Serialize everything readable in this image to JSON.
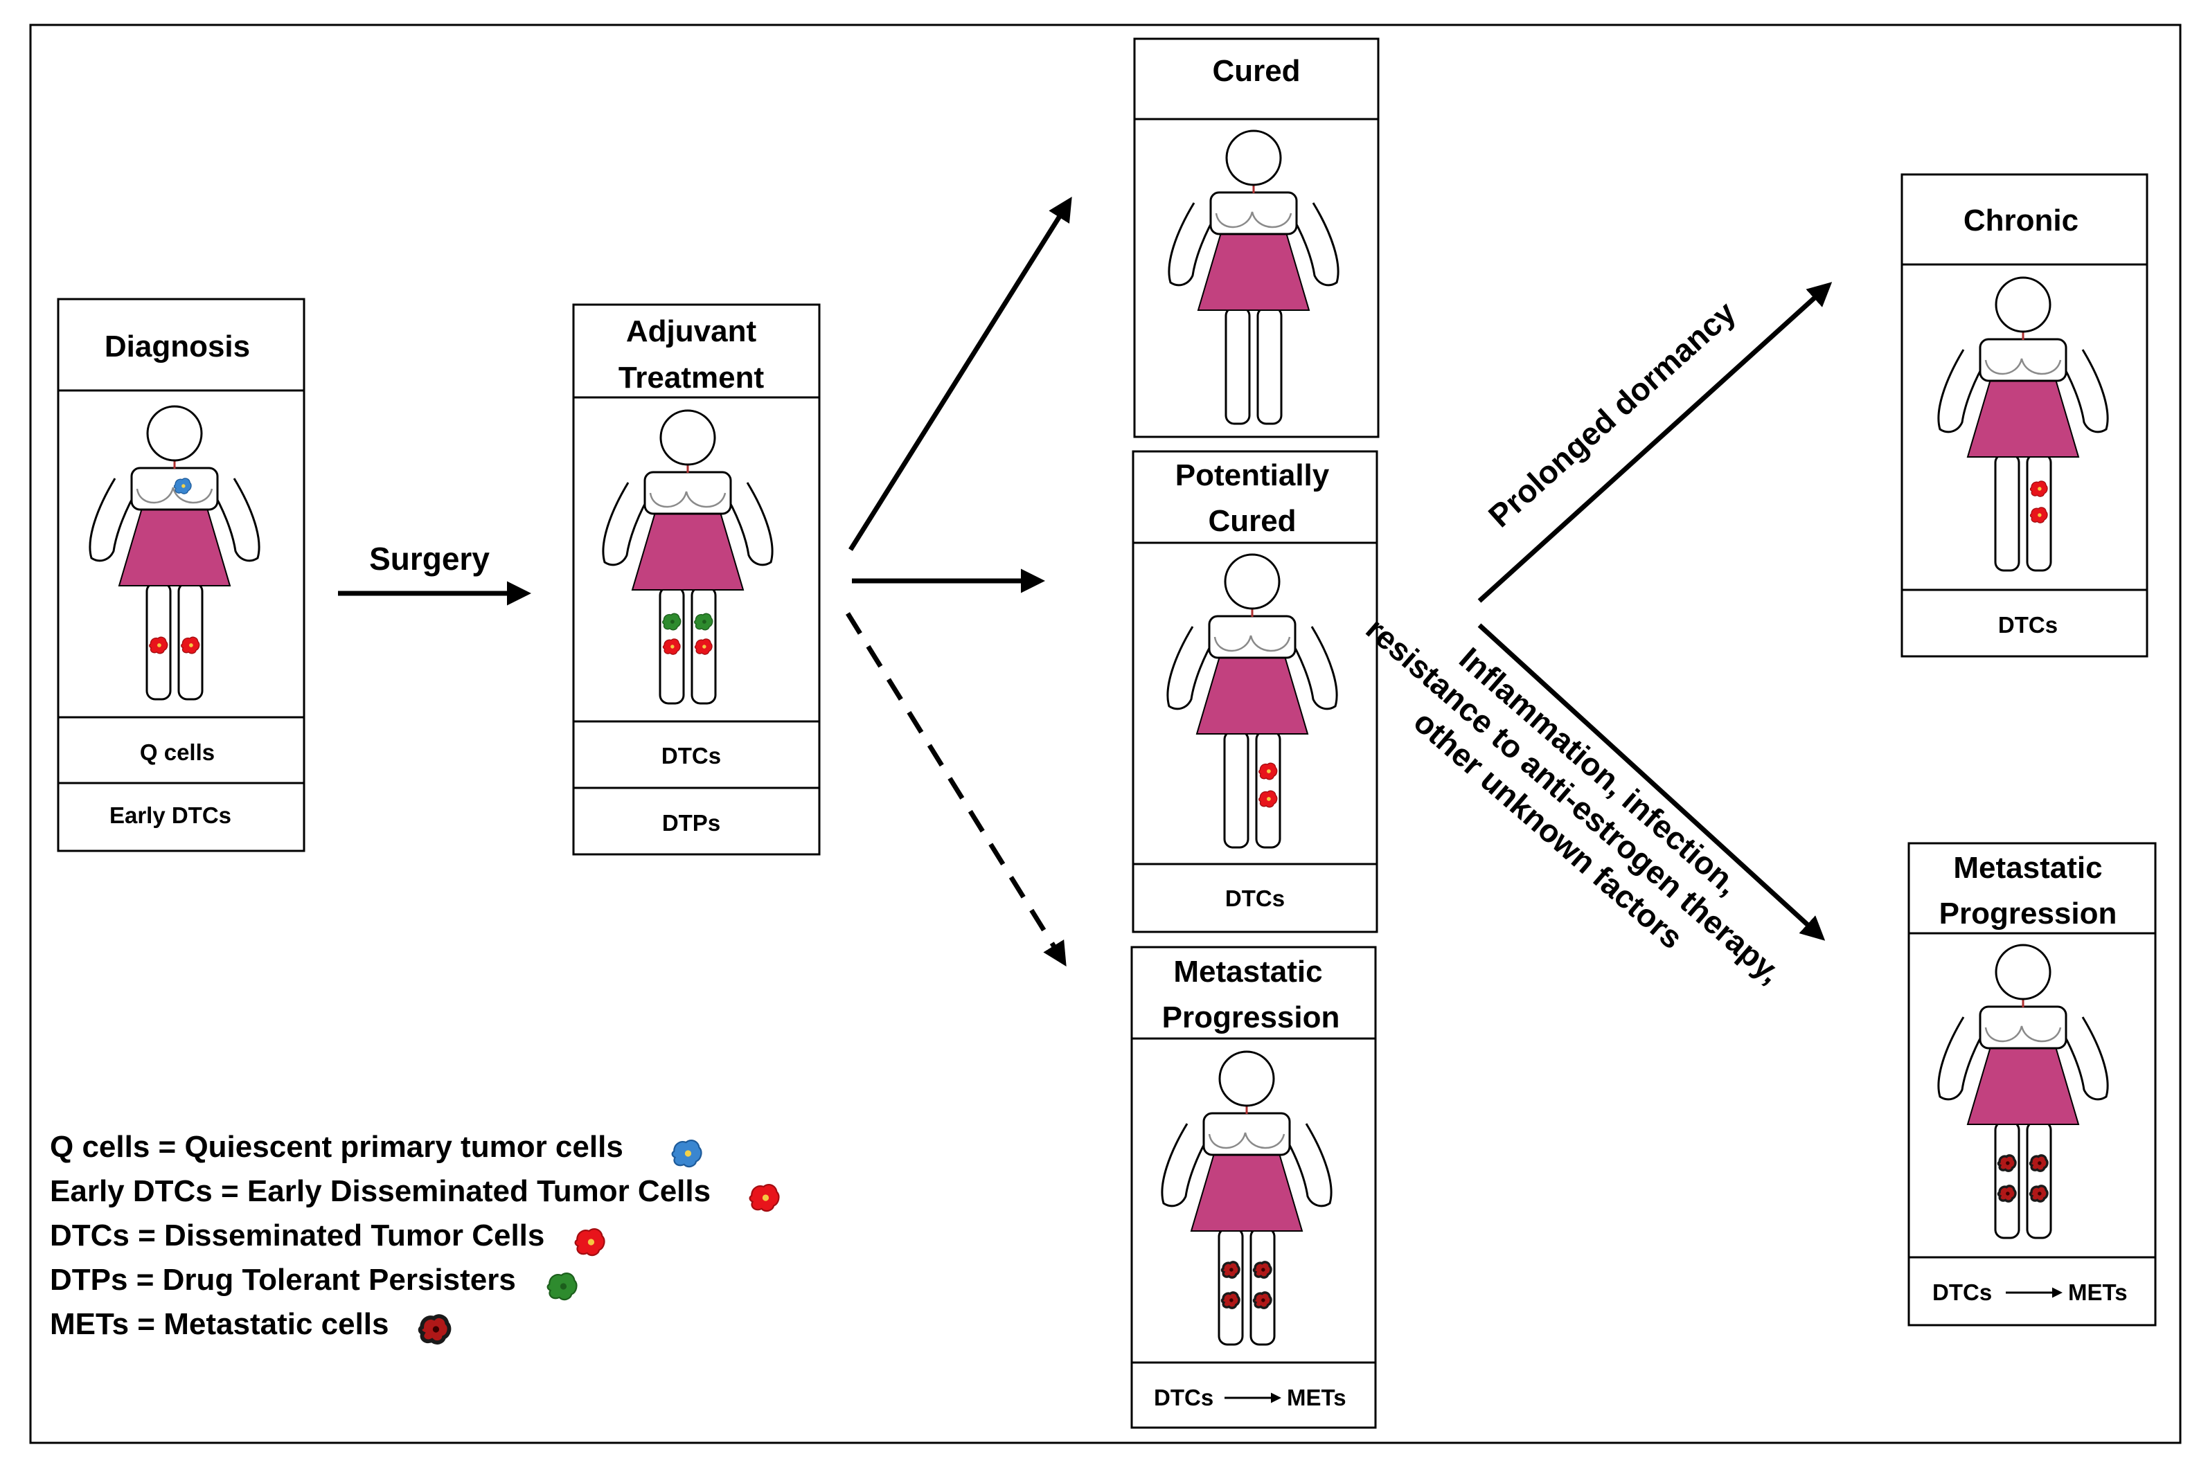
{
  "stages": {
    "diagnosis": {
      "title_lines": [
        "Diagnosis"
      ],
      "labels": [
        "Q cells",
        "Early DTCs"
      ]
    },
    "adjuvant": {
      "title_lines": [
        "Adjuvant",
        "Treatment"
      ],
      "labels": [
        "DTCs",
        "DTPs"
      ]
    },
    "cured": {
      "title_lines": [
        "Cured"
      ],
      "labels": []
    },
    "potentially_cured": {
      "title_lines": [
        "Potentially",
        "Cured"
      ],
      "labels": [
        "DTCs"
      ]
    },
    "metastatic_mid": {
      "title_lines": [
        "Metastatic",
        "Progression"
      ],
      "labels": [],
      "transition": {
        "from": "DTCs",
        "to": "METs"
      }
    },
    "chronic": {
      "title_lines": [
        "Chronic"
      ],
      "labels": [
        "DTCs"
      ]
    },
    "metastatic_right": {
      "title_lines": [
        "Metastatic",
        "Progression"
      ],
      "labels": [],
      "transition": {
        "from": "DTCs",
        "to": "METs"
      }
    }
  },
  "arrows": {
    "surgery": "Surgery",
    "prolonged": "Prolonged dormancy",
    "factors": [
      "Inflammation, infection,",
      "resistance to anti-estrogen therapy,",
      "other unknown factors"
    ]
  },
  "legend": [
    {
      "text": "Q cells = Quiescent primary tumor cells",
      "cell": "blue"
    },
    {
      "text": "Early DTCs = Early Disseminated Tumor Cells",
      "cell": "red"
    },
    {
      "text": "DTCs = Disseminated Tumor Cells",
      "cell": "red"
    },
    {
      "text": "DTPs = Drug Tolerant Persisters",
      "cell": "green"
    },
    {
      "text": "METs = Metastatic cells",
      "cell": "black"
    }
  ],
  "colors": {
    "dress": "#C2417F",
    "q_cell": "#3A86D0",
    "dtc_cell": "#E8141B",
    "dtp_cell": "#2E8B2E",
    "met_cell": "#1a1a1a",
    "met_core": "#B01818"
  }
}
